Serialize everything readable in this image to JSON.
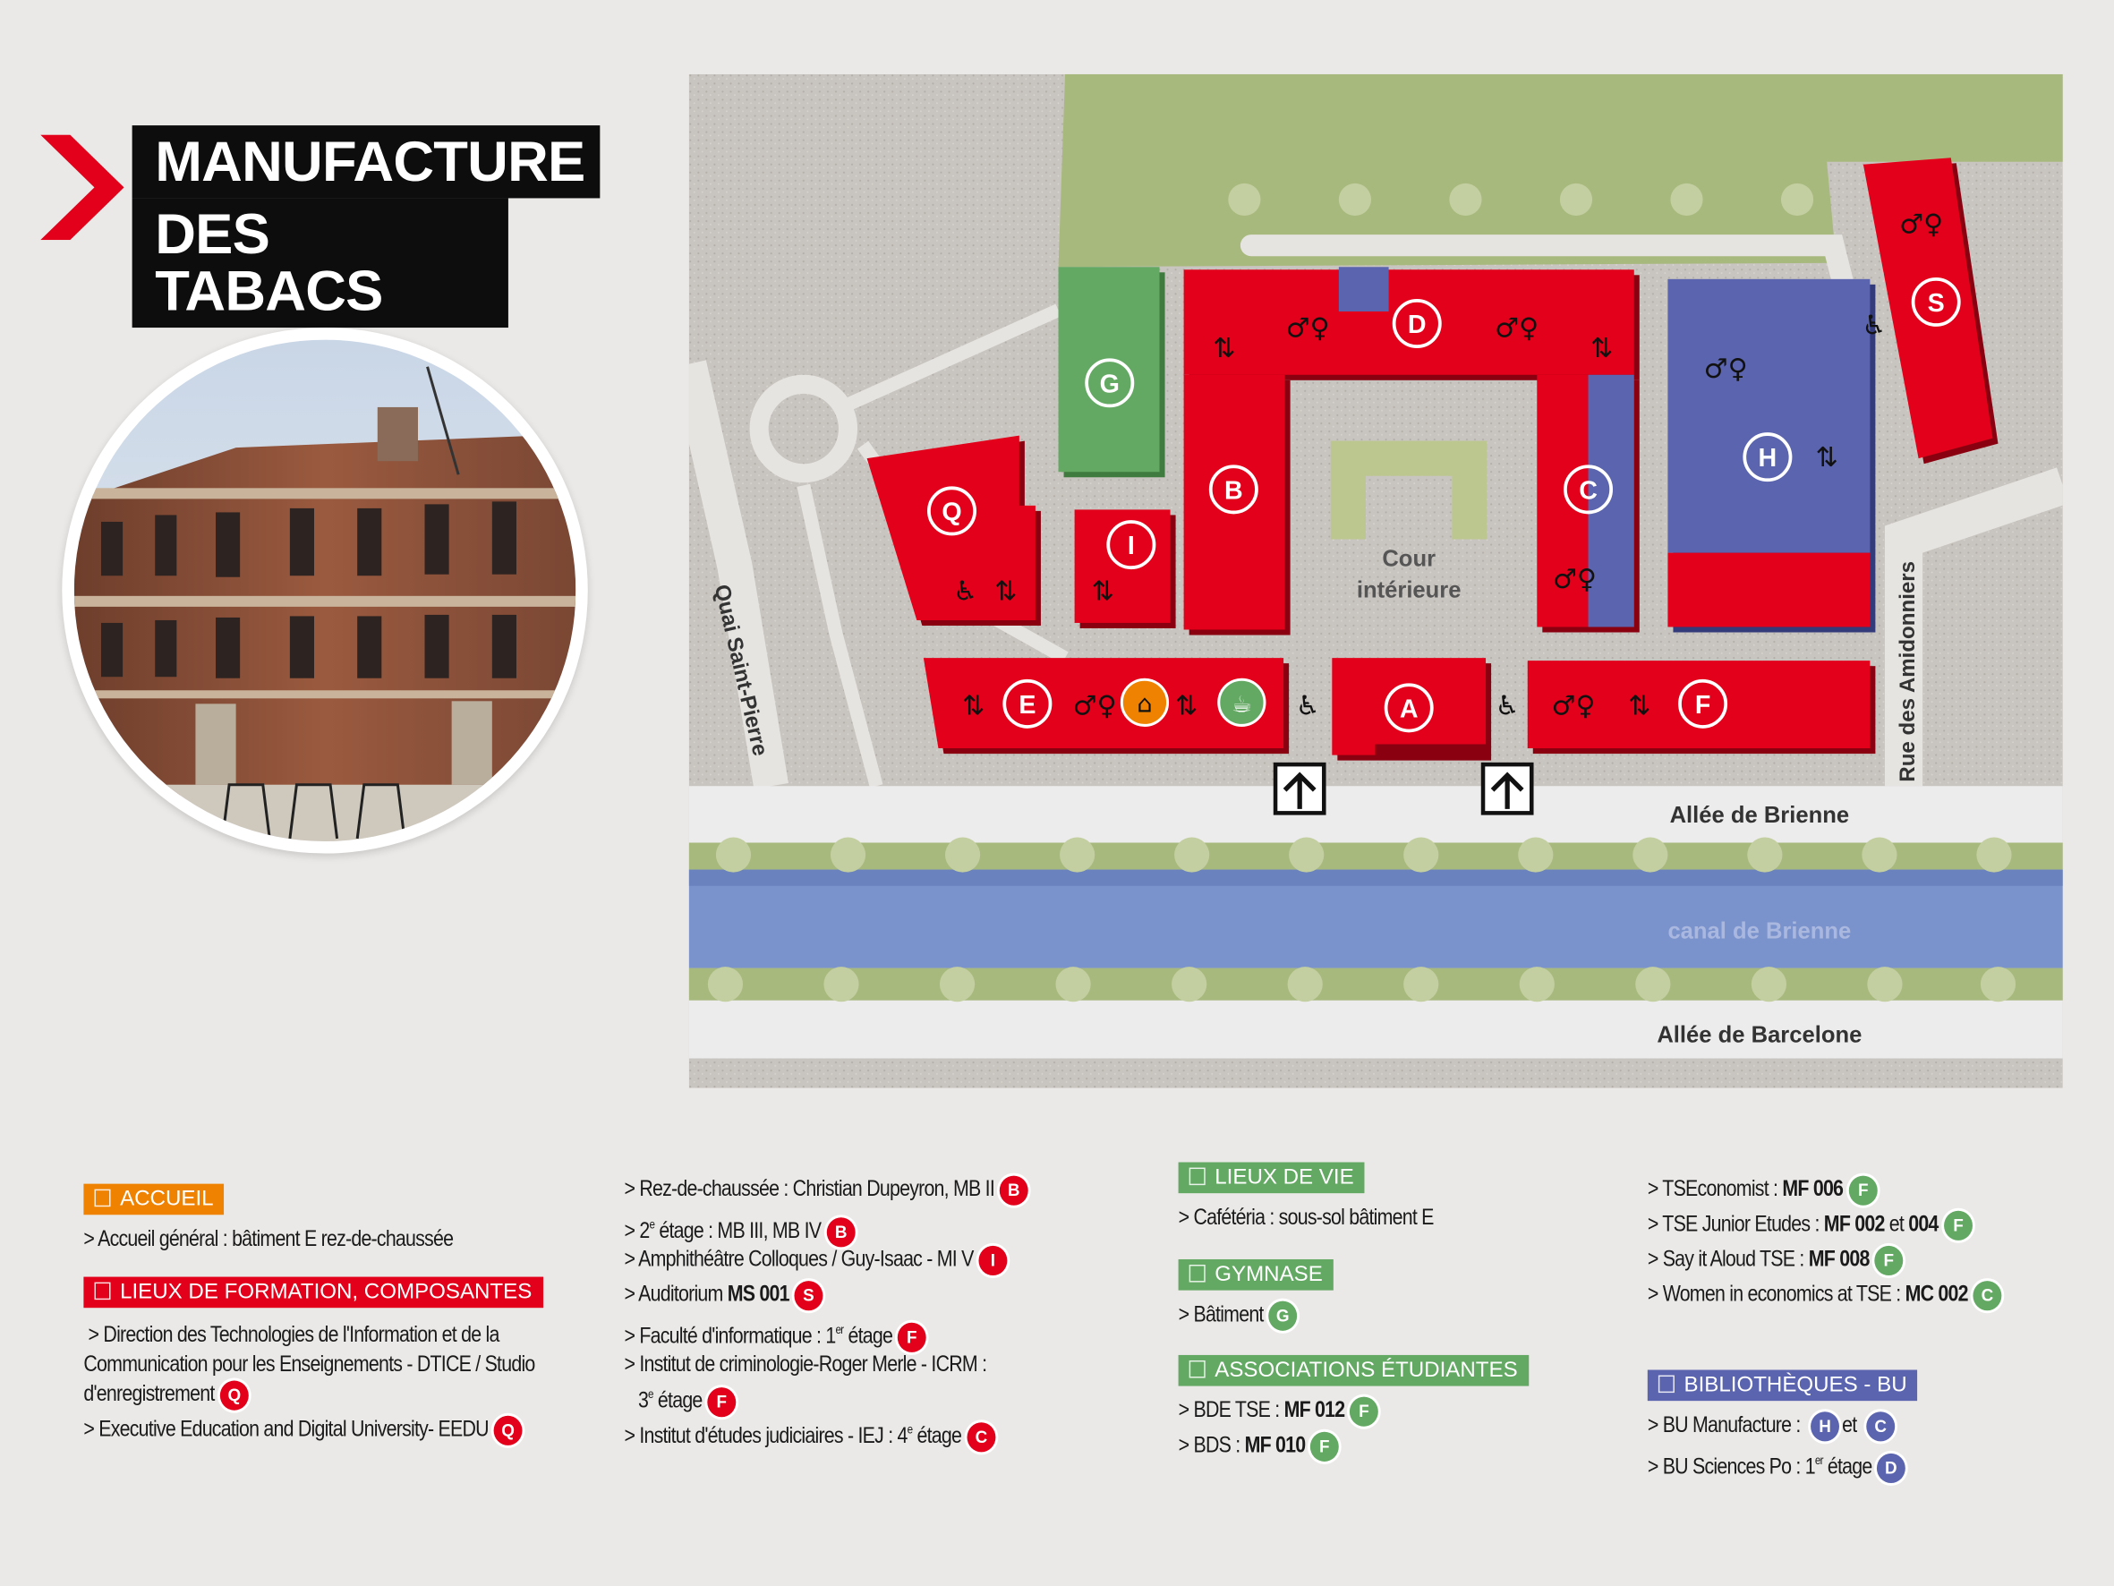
{
  "title": {
    "line1": "MANUFACTURE",
    "line2": "DES TABACS"
  },
  "colors": {
    "red": "#e2001a",
    "orange": "#ef8200",
    "green": "#63a863",
    "blue": "#5b64ae",
    "canal": "#7b93cc",
    "lawn": "#a8b97e"
  },
  "map": {
    "buildings": {
      "A": "A",
      "B": "B",
      "C": "C",
      "D": "D",
      "E": "E",
      "F": "F",
      "G": "G",
      "H": "H",
      "I": "I",
      "Q": "Q",
      "S": "S"
    },
    "streets": {
      "quai": "Quai Saint-Pierre",
      "amidonniers": "Rue des Amidonniers",
      "brienne": "Allée de Brienne",
      "canal": "canal de Brienne",
      "barcelone": "Allée de Barcelone"
    },
    "cour": {
      "line1": "Cour",
      "line2": "intérieure"
    }
  },
  "legend": [
    {
      "kind": "head",
      "text": "ACCUEIL",
      "color": "orange",
      "col": 0,
      "row": 0
    },
    {
      "kind": "item",
      "col": 0,
      "row": 1,
      "parts": [
        {
          "t": "> Accueil général : bâtiment E rez-de-chaussée"
        }
      ]
    },
    {
      "kind": "head",
      "text": "LIEUX DE FORMATION, COMPOSANTES",
      "color": "red",
      "col": 0,
      "row": 2
    },
    {
      "kind": "item",
      "col": 0,
      "row": 3,
      "wrap": true,
      "parts": [
        {
          "t": " > Direction des Technologies de l'Information et de la Communication pour les Enseignements - DTICE / Studio d'enregistrement"
        }
      ],
      "badges": [
        {
          "l": "Q",
          "c": "red"
        }
      ]
    },
    {
      "kind": "item",
      "col": 0,
      "row": 4,
      "parts": [
        {
          "t": "> Executive Education and Digital University- EEDU"
        }
      ],
      "badges": [
        {
          "l": "Q",
          "c": "red"
        }
      ]
    },
    {
      "kind": "item",
      "col": 1,
      "row": 0,
      "parts": [
        {
          "t": "> Rez-de-chaussée : Christian Dupeyron, MB II"
        }
      ],
      "badges": [
        {
          "l": "B",
          "c": "red"
        }
      ]
    },
    {
      "kind": "item",
      "col": 1,
      "row": 1,
      "parts": [
        {
          "t": "> 2"
        },
        {
          "s": "e"
        },
        {
          "t": " étage : MB III, MB IV"
        }
      ],
      "badges": [
        {
          "l": "B",
          "c": "red"
        }
      ]
    },
    {
      "kind": "item",
      "col": 1,
      "row": 2,
      "parts": [
        {
          "t": "> Amphithéâtre Colloques / Guy-Isaac - MI V"
        }
      ],
      "badges": [
        {
          "l": "I",
          "c": "red"
        }
      ]
    },
    {
      "kind": "item",
      "col": 1,
      "row": 3,
      "parts": [
        {
          "t": "> Auditorium "
        },
        {
          "b": "MS 001"
        }
      ],
      "badges": [
        {
          "l": "S",
          "c": "red"
        }
      ]
    },
    {
      "kind": "item",
      "col": 1,
      "row": 4,
      "parts": [
        {
          "t": "> Faculté d'informatique : 1"
        },
        {
          "s": "er"
        },
        {
          "t": " étage"
        }
      ],
      "badges": [
        {
          "l": "F",
          "c": "red"
        }
      ]
    },
    {
      "kind": "item",
      "col": 1,
      "row": 5,
      "parts": [
        {
          "t": "> Institut de criminologie-Roger Merle - ICRM :"
        }
      ]
    },
    {
      "kind": "item",
      "col": 1,
      "row": 6,
      "parts": [
        {
          "t": "   3"
        },
        {
          "s": "e"
        },
        {
          "t": " étage"
        }
      ],
      "badges": [
        {
          "l": "F",
          "c": "red"
        }
      ]
    },
    {
      "kind": "item",
      "col": 1,
      "row": 7,
      "parts": [
        {
          "t": "> Institut d'études judiciaires - IEJ : 4"
        },
        {
          "s": "e"
        },
        {
          "t": " étage"
        }
      ],
      "badges": [
        {
          "l": "C",
          "c": "red"
        }
      ]
    },
    {
      "kind": "head",
      "text": "LIEUX DE VIE",
      "color": "green",
      "col": 2,
      "row": 0
    },
    {
      "kind": "item",
      "col": 2,
      "row": 1,
      "parts": [
        {
          "t": "> Cafétéria : sous-sol bâtiment E"
        }
      ]
    },
    {
      "kind": "head",
      "text": "GYMNASE",
      "color": "green",
      "col": 2,
      "row": 2
    },
    {
      "kind": "item",
      "col": 2,
      "row": 3,
      "parts": [
        {
          "t": "> Bâtiment"
        }
      ],
      "badges": [
        {
          "l": "G",
          "c": "green"
        }
      ]
    },
    {
      "kind": "head",
      "text": "ASSOCIATIONS ÉTUDIANTES",
      "color": "green",
      "col": 2,
      "row": 4
    },
    {
      "kind": "item",
      "col": 2,
      "row": 5,
      "parts": [
        {
          "t": "> BDE TSE : "
        },
        {
          "b": "MF 012"
        }
      ],
      "badges": [
        {
          "l": "F",
          "c": "green"
        }
      ]
    },
    {
      "kind": "item",
      "col": 2,
      "row": 6,
      "parts": [
        {
          "t": "> BDS : "
        },
        {
          "b": "MF 010"
        }
      ],
      "badges": [
        {
          "l": "F",
          "c": "green"
        }
      ]
    },
    {
      "kind": "item",
      "col": 3,
      "row": 0,
      "parts": [
        {
          "t": "> TSEconomist : "
        },
        {
          "b": "MF 006"
        }
      ],
      "badges": [
        {
          "l": "F",
          "c": "green"
        }
      ]
    },
    {
      "kind": "item",
      "col": 3,
      "row": 1,
      "parts": [
        {
          "t": "> TSE Junior Etudes : "
        },
        {
          "b": "MF 002"
        },
        {
          "t": " et "
        },
        {
          "b": "004"
        }
      ],
      "badges": [
        {
          "l": "F",
          "c": "green"
        }
      ]
    },
    {
      "kind": "item",
      "col": 3,
      "row": 2,
      "parts": [
        {
          "t": "> Say it Aloud TSE : "
        },
        {
          "b": "MF 008"
        }
      ],
      "badges": [
        {
          "l": "F",
          "c": "green"
        }
      ]
    },
    {
      "kind": "item",
      "col": 3,
      "row": 3,
      "parts": [
        {
          "t": "> Women in economics at TSE : "
        },
        {
          "b": "MC 002"
        }
      ],
      "badges": [
        {
          "l": "C",
          "c": "green"
        }
      ]
    },
    {
      "kind": "head",
      "text": "BIBLIOTHÈQUES - BU",
      "color": "blue",
      "col": 3,
      "row": 4
    },
    {
      "kind": "item",
      "col": 3,
      "row": 5,
      "parts": [
        {
          "t": "> BU Manufacture : "
        }
      ],
      "badges": [
        {
          "l": "H",
          "c": "blue"
        },
        {
          "t": " et "
        },
        {
          "l": "C",
          "c": "blue"
        }
      ]
    },
    {
      "kind": "item",
      "col": 3,
      "row": 6,
      "parts": [
        {
          "t": "> BU Sciences Po : 1"
        },
        {
          "s": "er"
        },
        {
          "t": " étage"
        }
      ],
      "badges": [
        {
          "l": "D",
          "c": "blue"
        }
      ]
    }
  ]
}
